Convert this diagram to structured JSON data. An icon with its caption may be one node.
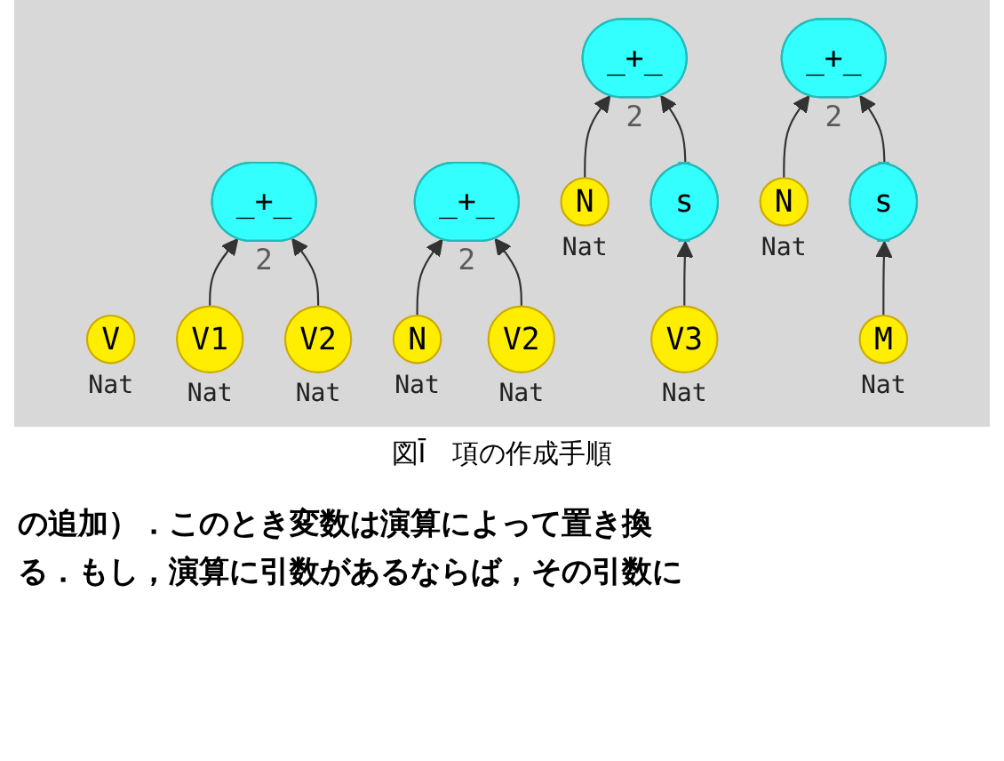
{
  "diagram": {
    "caption": "図Ī　項の作成手順",
    "nodes": [
      {
        "text": [
          "V"
        ],
        "beside": [
          "Nat"
        ]
      },
      {
        "text": [
          "_+_"
        ],
        "beside": [
          "2"
        ]
      },
      {
        "text": [
          "V1"
        ],
        "beside": [
          "Nat"
        ]
      },
      {
        "text": [
          "V2"
        ],
        "beside": [
          "Nat"
        ]
      },
      {
        "text": [
          "_+_"
        ],
        "beside": [
          "2"
        ]
      },
      {
        "text": [
          "N"
        ],
        "beside": [
          "Nat"
        ]
      },
      {
        "text": [
          "V2"
        ],
        "beside": [
          "Nat"
        ]
      },
      {
        "text": [
          "_+_"
        ],
        "beside": [
          "2"
        ]
      },
      {
        "text": [
          "N"
        ],
        "beside": [
          "Nat"
        ]
      },
      {
        "text": [
          "s"
        ]
      },
      {
        "text": [
          "V3"
        ],
        "beside": [
          "Nat"
        ]
      },
      {
        "text": [
          "_+_"
        ],
        "beside": [
          "2"
        ]
      },
      {
        "text": [
          "N"
        ],
        "beside": [
          "Nat"
        ]
      },
      {
        "text": [
          "s"
        ]
      },
      {
        "text": [
          "M"
        ],
        "beside": [
          "Nat"
        ]
      }
    ],
    "edges": [
      {
        "from": 2,
        "to": 1,
        "arrow": "to"
      },
      {
        "from": 3,
        "to": 1,
        "arrow": "to"
      },
      {
        "from": 5,
        "to": 4,
        "arrow": "to"
      },
      {
        "from": 6,
        "to": 4,
        "arrow": "to"
      },
      {
        "from": 8,
        "to": 7,
        "arrow": "to"
      },
      {
        "from": 9,
        "to": 7,
        "arrow": "to"
      },
      {
        "from": 10,
        "to": 9,
        "arrow": "to"
      },
      {
        "from": 12,
        "to": 11,
        "arrow": "to"
      },
      {
        "from": 13,
        "to": 11,
        "arrow": "to"
      },
      {
        "from": 14,
        "to": 13,
        "arrow": "to"
      }
    ],
    "labels": [
      "の追加）．このとき変数は演算によって置き換",
      "る．もし，演算に引数があるならば，その引数に"
    ]
  }
}
